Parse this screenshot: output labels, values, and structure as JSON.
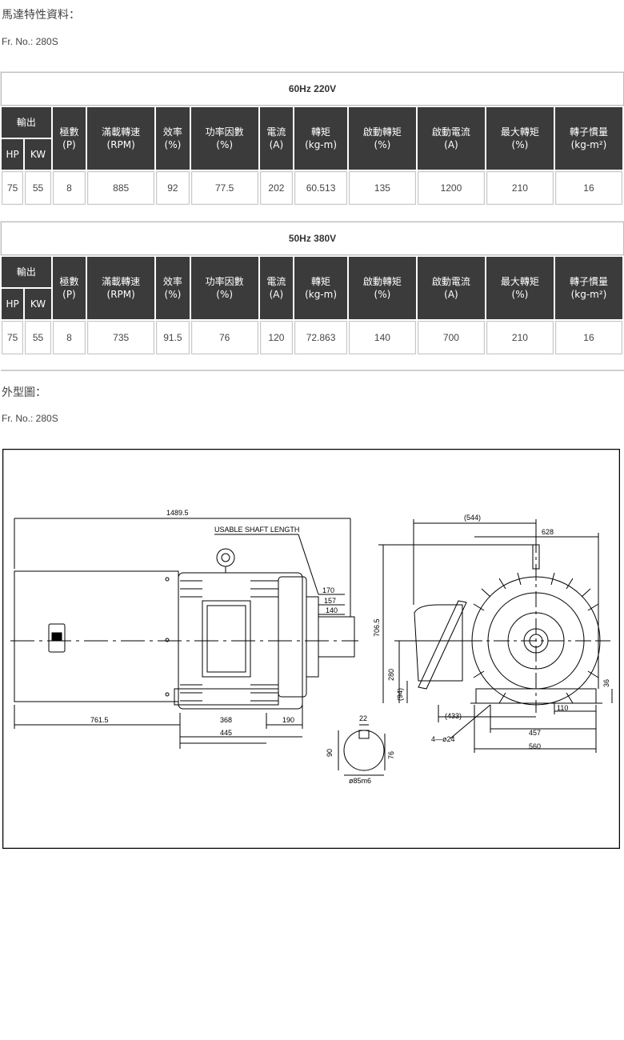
{
  "spec_section": {
    "title": "馬達特性資料：",
    "frame_no": "Fr. No.: 280S"
  },
  "headers": {
    "output": "輸出",
    "hp": "HP",
    "kw": "KW",
    "cols": [
      {
        "name": "極數",
        "unit": "(P)"
      },
      {
        "name": "滿載轉速",
        "unit": "(RPM)"
      },
      {
        "name": "效率",
        "unit": "(%)"
      },
      {
        "name": "功率因數",
        "unit": "(%)"
      },
      {
        "name": "電流",
        "unit": "(A)"
      },
      {
        "name": "轉矩",
        "unit": "(kg-m)"
      },
      {
        "name": "啟動轉矩",
        "unit": "(%)"
      },
      {
        "name": "啟動電流",
        "unit": "(A)"
      },
      {
        "name": "最大轉矩",
        "unit": "(%)"
      },
      {
        "name": "轉子慣量",
        "unit": "(kg-m²)"
      }
    ]
  },
  "tables": [
    {
      "caption": "60Hz 220V",
      "row": [
        "75",
        "55",
        "8",
        "885",
        "92",
        "77.5",
        "202",
        "60.513",
        "135",
        "1200",
        "210",
        "16"
      ]
    },
    {
      "caption": "50Hz 380V",
      "row": [
        "75",
        "55",
        "8",
        "735",
        "91.5",
        "76",
        "120",
        "72.863",
        "140",
        "700",
        "210",
        "16"
      ]
    }
  ],
  "outline_section": {
    "title": "外型圖：",
    "frame_no": "Fr. No.: 280S"
  },
  "drawing": {
    "labels": {
      "overall_length": "1489.5",
      "usable_shaft_length": "USABLE SHAFT LENGTH",
      "d170": "170",
      "d157": "157",
      "d140": "140",
      "d761": "761.5",
      "d368": "368",
      "d190": "190",
      "d445": "445",
      "d544": "(544)",
      "d628": "628",
      "d706": "706.5",
      "d280": "280",
      "d94": "(94)",
      "d433": "(433)",
      "d4holes": "4—ø24",
      "d457": "457",
      "d560": "560",
      "d110": "110",
      "d36": "36",
      "key22": "22",
      "key90": "90",
      "key76": "76",
      "shaft_dia": "ø85m6"
    }
  }
}
